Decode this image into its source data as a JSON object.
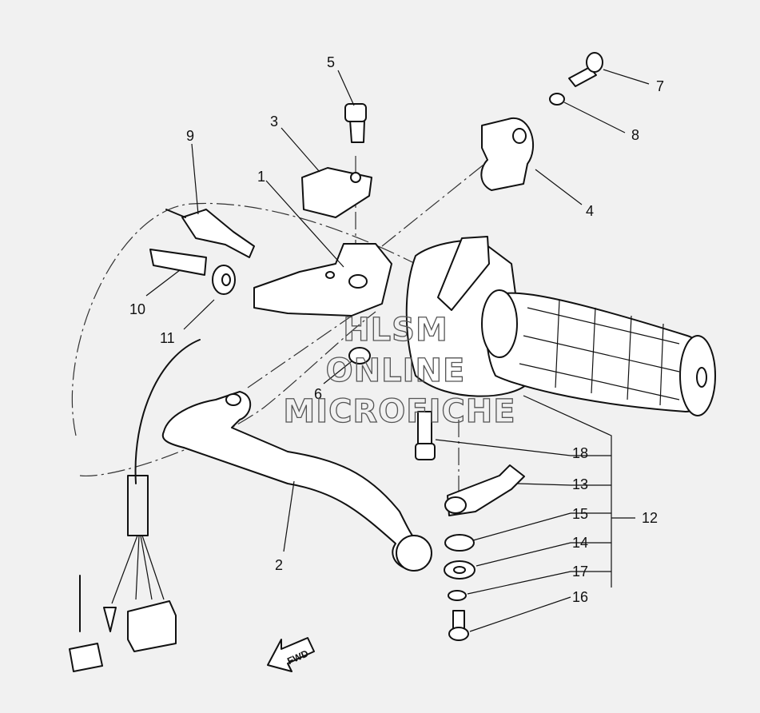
{
  "diagram": {
    "callouts": [
      {
        "id": "c1",
        "text": "1"
      },
      {
        "id": "c2",
        "text": "2"
      },
      {
        "id": "c3",
        "text": "3"
      },
      {
        "id": "c4",
        "text": "4"
      },
      {
        "id": "c5",
        "text": "5"
      },
      {
        "id": "c6",
        "text": "6"
      },
      {
        "id": "c7",
        "text": "7"
      },
      {
        "id": "c8",
        "text": "8"
      },
      {
        "id": "c9",
        "text": "9"
      },
      {
        "id": "c10",
        "text": "10"
      },
      {
        "id": "c11",
        "text": "11"
      },
      {
        "id": "c12",
        "text": "12"
      },
      {
        "id": "c13",
        "text": "13"
      },
      {
        "id": "c14",
        "text": "14"
      },
      {
        "id": "c15",
        "text": "15"
      },
      {
        "id": "c16",
        "text": "16"
      },
      {
        "id": "c17",
        "text": "17"
      },
      {
        "id": "c18",
        "text": "18"
      }
    ],
    "watermark": [
      "HLSM",
      "ONLINE",
      "MICROFICHE"
    ],
    "direction_label": "FWD"
  }
}
